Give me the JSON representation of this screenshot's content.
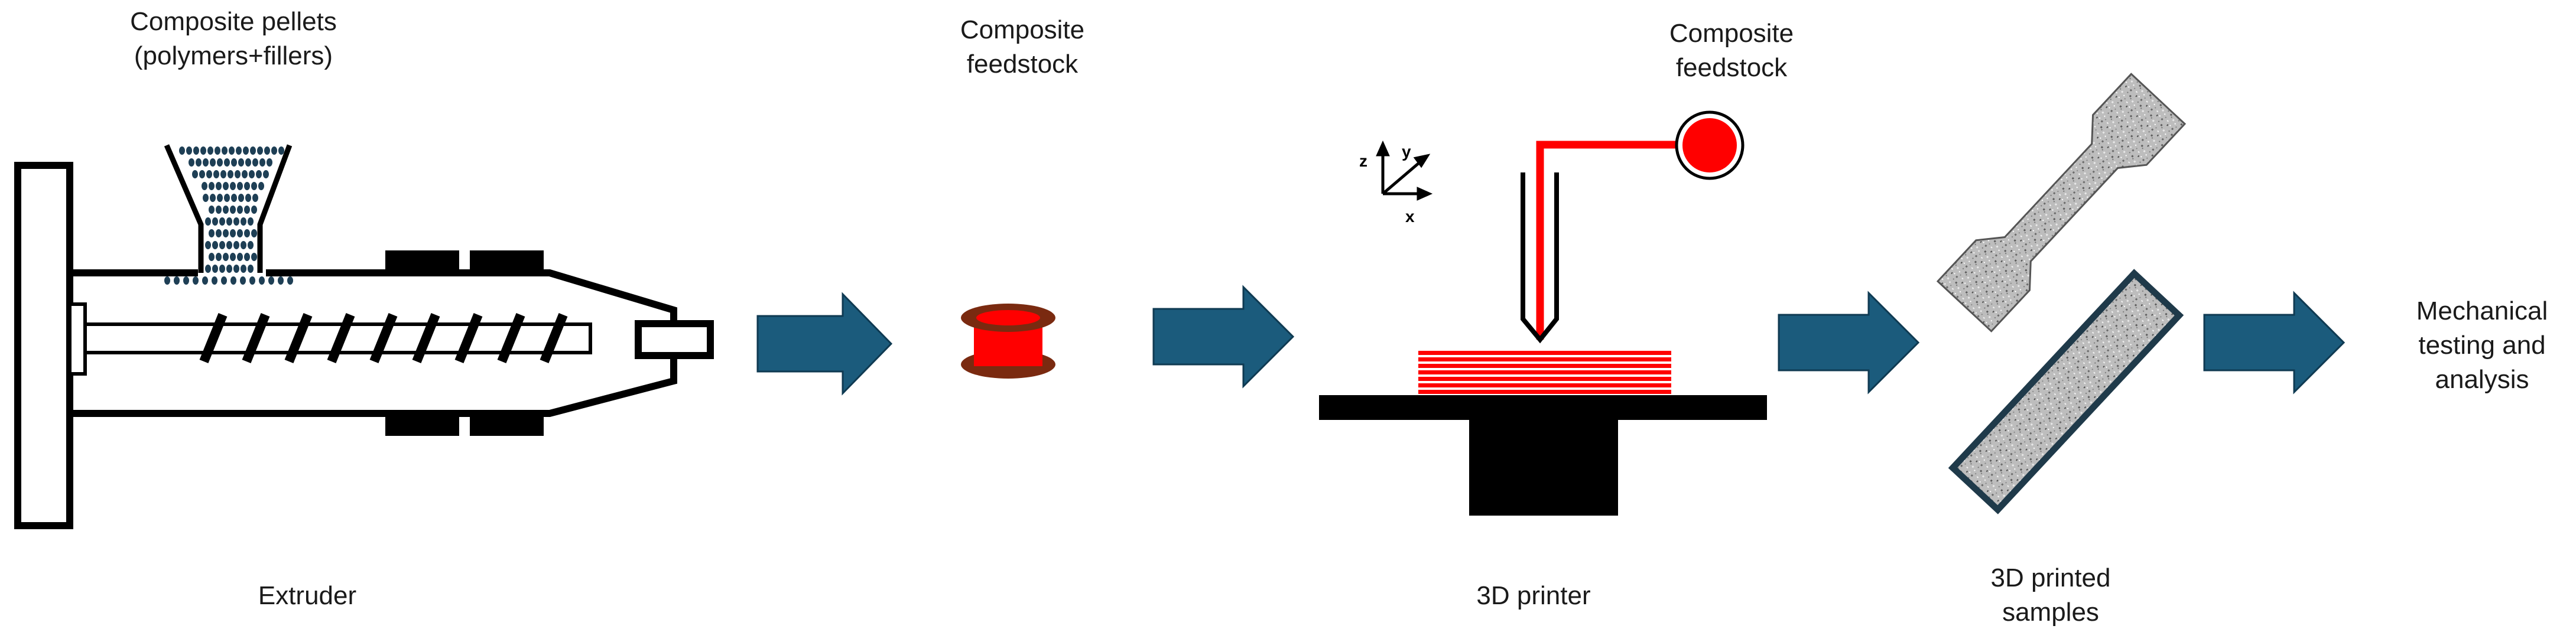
{
  "labels": {
    "pellets": [
      "Composite pellets",
      "(polymers+fillers)"
    ],
    "extruder": "Extruder",
    "feedstock_spool": [
      "Composite",
      "feedstock"
    ],
    "feedstock_printer": [
      "Composite",
      "feedstock"
    ],
    "printer": "3D printer",
    "samples": [
      "3D printed",
      "samples"
    ],
    "testing": [
      "Mechanical",
      "testing and",
      "analysis"
    ],
    "axes": {
      "z": "z",
      "y": "y",
      "x": "x"
    }
  },
  "colors": {
    "arrow": "#1b5b7c",
    "filament": "#ff0000",
    "spool_rim": "#7a2a10",
    "ink": "#000000",
    "pellet": "#1e3f55",
    "sample_fill": "#b5b5b5"
  }
}
